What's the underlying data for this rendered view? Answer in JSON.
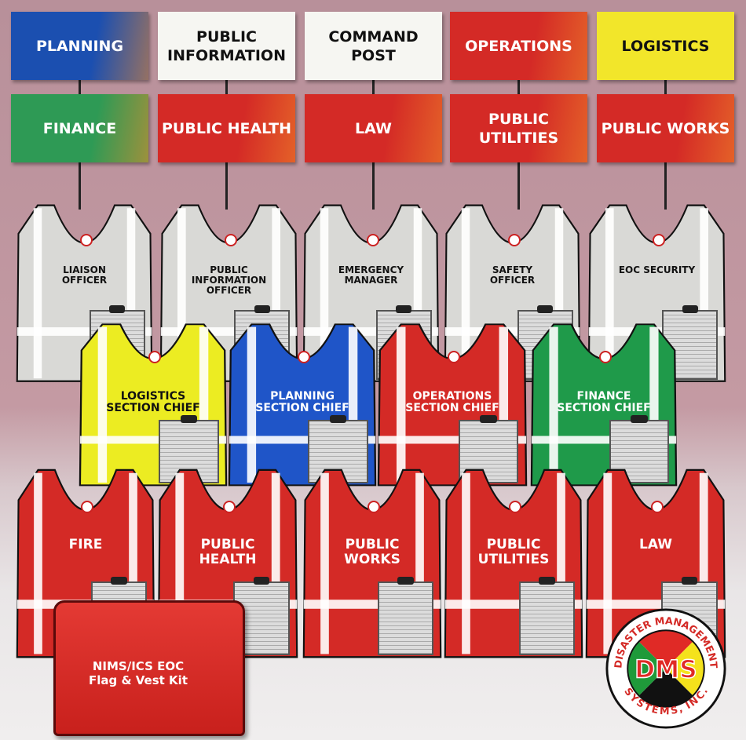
{
  "flags_row1": [
    {
      "label": "PLANNING",
      "bg": "#1b4fb0",
      "fg": "#ffffff"
    },
    {
      "label": "PUBLIC INFORMATION",
      "bg": "#f6f6f2",
      "fg": "#111111"
    },
    {
      "label": "COMMAND POST",
      "bg": "#f6f6f2",
      "fg": "#111111"
    },
    {
      "label": "OPERATIONS",
      "bg": "#d42a26",
      "fg": "#ffffff"
    },
    {
      "label": "LOGISTICS",
      "bg": "#f2e62a",
      "fg": "#111111"
    }
  ],
  "flags_row2": [
    {
      "label": "FINANCE",
      "bg": "#2e9a55",
      "fg": "#ffffff"
    },
    {
      "label": "PUBLIC HEALTH",
      "bg": "#d42a26",
      "fg": "#ffffff"
    },
    {
      "label": "LAW",
      "bg": "#d42a26",
      "fg": "#ffffff"
    },
    {
      "label": "PUBLIC UTILITIES",
      "bg": "#d42a26",
      "fg": "#ffffff"
    },
    {
      "label": "PUBLIC WORKS",
      "bg": "#d42a26",
      "fg": "#ffffff"
    }
  ],
  "vests_row1": [
    {
      "label": "LIAISON OFFICER",
      "color": "#d9d9d6",
      "fg": "#111111"
    },
    {
      "label": "PUBLIC INFORMATION OFFICER",
      "color": "#d9d9d6",
      "fg": "#111111"
    },
    {
      "label": "EMERGENCY MANAGER",
      "color": "#d9d9d6",
      "fg": "#111111"
    },
    {
      "label": "SAFETY OFFICER",
      "color": "#d9d9d6",
      "fg": "#111111"
    },
    {
      "label": "EOC SECURITY",
      "color": "#d9d9d6",
      "fg": "#111111"
    }
  ],
  "vests_row2": [
    {
      "label": "LOGISTICS SECTION CHIEF",
      "color": "#ecec22",
      "fg": "#111111"
    },
    {
      "label": "PLANNING SECTION CHIEF",
      "color": "#1f55c8",
      "fg": "#ffffff"
    },
    {
      "label": "OPERATIONS SECTION CHIEF",
      "color": "#d42a26",
      "fg": "#ffffff"
    },
    {
      "label": "FINANCE SECTION CHIEF",
      "color": "#1f9a4a",
      "fg": "#ffffff"
    }
  ],
  "vests_row3": [
    {
      "label": "FIRE",
      "color": "#d42a26",
      "fg": "#ffffff"
    },
    {
      "label": "PUBLIC HEALTH",
      "color": "#d42a26",
      "fg": "#ffffff"
    },
    {
      "label": "PUBLIC WORKS",
      "color": "#d42a26",
      "fg": "#ffffff"
    },
    {
      "label": "PUBLIC UTILITIES",
      "color": "#d42a26",
      "fg": "#ffffff"
    },
    {
      "label": "LAW",
      "color": "#d42a26",
      "fg": "#ffffff"
    }
  ],
  "bag": {
    "label": "NIMS/ICS EOC Flag & Vest Kit"
  },
  "logo": {
    "top_text": "DISASTER MANAGEMENT",
    "center_text": "DMS",
    "bottom_text": "SYSTEMS, INC."
  }
}
